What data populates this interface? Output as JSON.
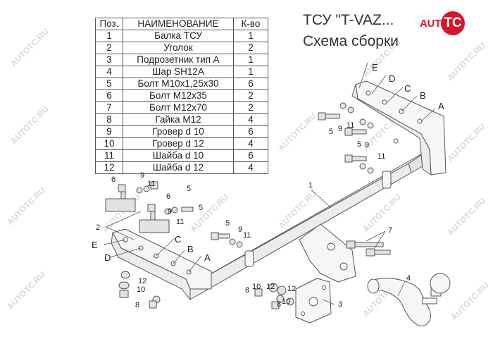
{
  "title": "ТСУ \"T-VAZ...",
  "subtitle": "Схема сборки",
  "logo": {
    "prefix": "AUTO",
    "mark": "TC"
  },
  "watermark": "AUTOTC.RU",
  "table": {
    "headers": [
      "Поз.",
      "НАИМЕНОВАНИЕ",
      "К-во"
    ],
    "rows": [
      [
        "1",
        "Балка ТСУ",
        "1"
      ],
      [
        "2",
        "Уголок",
        "2"
      ],
      [
        "3",
        "Подрозетник тип А",
        "1"
      ],
      [
        "4",
        "Шар SH12A",
        "1"
      ],
      [
        "5",
        "Болт М10х1,25х30",
        "6"
      ],
      [
        "6",
        "Болт М12х35",
        "2"
      ],
      [
        "7",
        "Болт М12х70",
        "2"
      ],
      [
        "8",
        "Гайка М12",
        "4"
      ],
      [
        "9",
        "Гровер d 10",
        "6"
      ],
      [
        "10",
        "Гровер d 12",
        "4"
      ],
      [
        "11",
        "Шайба d 10",
        "6"
      ],
      [
        "12",
        "Шайба d 12",
        "4"
      ]
    ]
  },
  "callouts": {
    "n1": "1",
    "n2": "2",
    "n3": "3",
    "n4": "4",
    "n5": "5",
    "n6": "6",
    "n7": "7",
    "n8": "8",
    "n9": "9",
    "n10": "10",
    "n11": "11",
    "n12": "12",
    "A": "A",
    "B": "B",
    "C": "C",
    "D": "D",
    "E": "E"
  },
  "colors": {
    "line": "#555555",
    "part_fill": "#f6f6f6",
    "bolt_fill": "#e2e2e2",
    "logo_red": "#d8132b"
  }
}
